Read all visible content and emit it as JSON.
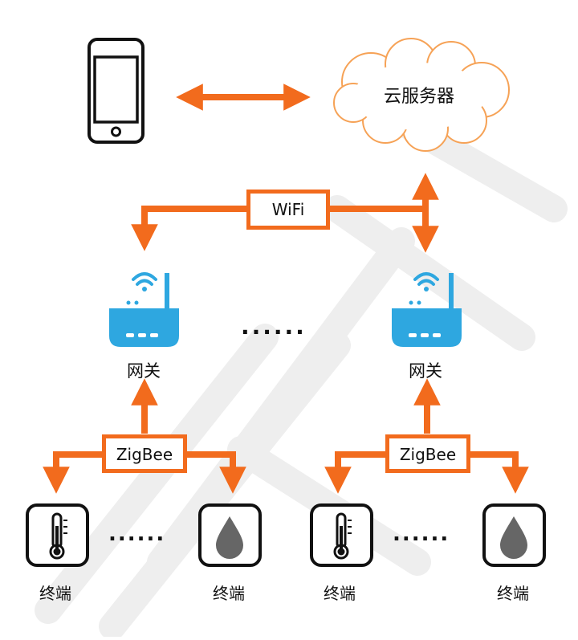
{
  "colors": {
    "accent": "#f26b1d",
    "router": "#2ea7e0",
    "outline": "#111111",
    "icon_gray": "#666666"
  },
  "cloud": {
    "label": "云服务器",
    "icon": "cloud-icon"
  },
  "phone": {
    "icon": "smartphone-icon"
  },
  "protocols": {
    "wifi": "WiFi",
    "zigbee_left": "ZigBee",
    "zigbee_right": "ZigBee"
  },
  "gateways": [
    {
      "label": "网关",
      "icon": "router-icon"
    },
    {
      "label": "网关",
      "icon": "router-icon"
    }
  ],
  "gateway_ellipsis": "......",
  "terminals": [
    {
      "label": "终端",
      "icon": "thermometer-icon"
    },
    {
      "label": "终端",
      "icon": "water-drop-icon"
    },
    {
      "label": "终端",
      "icon": "thermometer-icon"
    },
    {
      "label": "终端",
      "icon": "water-drop-icon"
    }
  ],
  "terminal_ellipsis_left": "......",
  "terminal_ellipsis_right": "......"
}
